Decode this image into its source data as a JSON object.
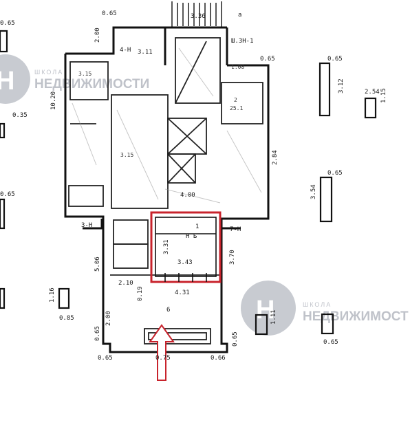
{
  "watermark": {
    "brand_small": "ШКОЛА",
    "brand_big_1": "НЕДВИЖИМОСТИ",
    "brand_big_2": "НЕДВИЖИМОСТ",
    "logo_glyph": "Н"
  },
  "highlight": {
    "room_number": "1",
    "room_code": "Н Б",
    "room_area": "3.43",
    "color": "#c8232c"
  },
  "arrow": {
    "color": "#c8232c"
  },
  "dimensions": {
    "d_065_top": "0.65",
    "d_200_left": "2.00",
    "d_311": "3.11",
    "d_4h": "4-Н",
    "d_336": "3.36",
    "d_a": "а",
    "d_3h1": "Ш.3Н-1",
    "d_065_tr": "0.65",
    "d_1020": "10.20",
    "d_315": "3.15",
    "d_108": "1.08",
    "d_284": "2.84",
    "d_400": "4.00",
    "d_3h_left": "3-Н",
    "d_7h": "7-Н",
    "d_506": "5.06",
    "d_370": "3.70",
    "d_331": "3.31",
    "d_210": "2.10",
    "d_019": "0.19",
    "d_431": "4.31",
    "d_200_bottom": "2.00",
    "d_065_bl": "0.65",
    "d_065_br": "0.65",
    "d_066": "0.66",
    "d_075": "0.75",
    "d_6": "6",
    "d_065_r1": "0.65",
    "d_312": "3.12",
    "d_254": "2.54",
    "d_115": "1.15",
    "d_065_r2": "0.65",
    "d_354": "3.54",
    "d_116": "1.16",
    "d_085": "0.85",
    "d_111": "1.11",
    "d_065_r3": "0.65",
    "d_065_l1": "0.65",
    "d_065_l2": "0.65",
    "d_035": "0.35"
  },
  "rooms": {
    "r_2": "2",
    "r_25": "25.1",
    "r_35": "3.15",
    "r_b": "6"
  }
}
